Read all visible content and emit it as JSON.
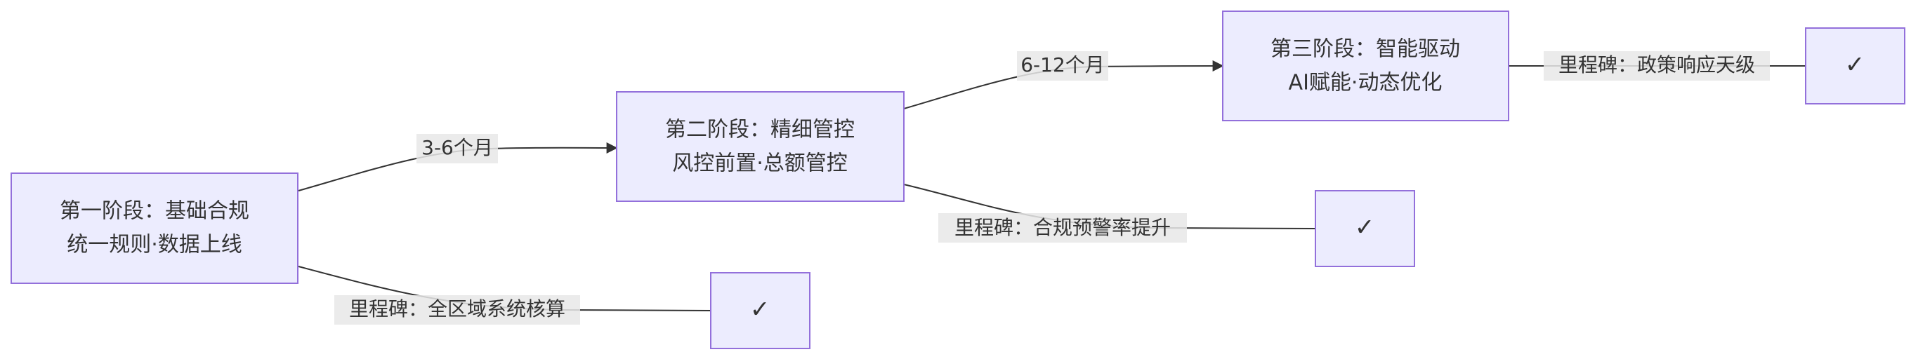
{
  "stages": [
    {
      "line1": "第一阶段：基础合规",
      "line2": "统一规则·数据上线"
    },
    {
      "line1": "第二阶段：精细管控",
      "line2": "风控前置·总额管控"
    },
    {
      "line1": "第三阶段：智能驱动",
      "line2": "AI赋能·动态优化"
    }
  ],
  "transitions": [
    "3-6个月",
    "6-12个月"
  ],
  "milestones": [
    {
      "label": "里程碑：全区域系统核算",
      "check": "✓"
    },
    {
      "label": "里程碑：合规预警率提升",
      "check": "✓"
    },
    {
      "label": "里程碑：政策响应天级",
      "check": "✓"
    }
  ],
  "colors": {
    "node_fill": "#ececfe",
    "node_stroke": "#9370db",
    "edge": "#333333",
    "label_bg": "#e8e8e8",
    "text": "#333333"
  }
}
